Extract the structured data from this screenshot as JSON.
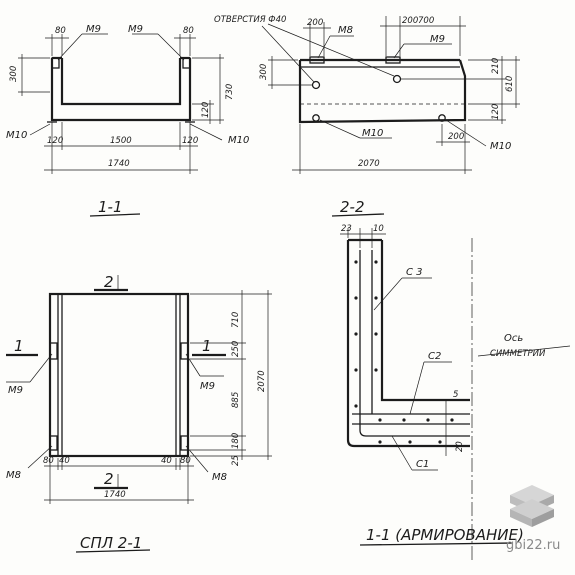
{
  "section_1_1": {
    "title": "1-1",
    "mark_left": "M9",
    "mark_right": "M9",
    "anchor_left": "M10",
    "anchor_right": "M10",
    "dim_top_left": "80",
    "dim_top_right": "80",
    "dim_height_left": "300",
    "dim_height_right": "730",
    "dim_floor": "120",
    "dim_bottom_left": "120",
    "dim_bottom_mid": "1500",
    "dim_bottom_right": "120",
    "dim_total": "1740"
  },
  "section_2_2": {
    "title": "2-2",
    "hole_note": "ОТВЕРСТИЯ Ф40",
    "mark_top": "M8",
    "mark_right": "M9",
    "anchor_left": "M10",
    "anchor_right": "M10",
    "dim_200_a": "200",
    "dim_200_b": "200",
    "dim_700": "700",
    "dim_300": "300",
    "dim_210": "210",
    "dim_610": "610",
    "dim_120": "120",
    "dim_200_c": "200",
    "dim_total": "2070"
  },
  "plan": {
    "title": "СПЛ 2-1",
    "cut_top": "2",
    "cut_bottom": "2",
    "cut_left": "1",
    "cut_right": "1",
    "mark_m9_left": "M9",
    "mark_m9_right": "M9",
    "mark_m8_left": "M8",
    "mark_m8_right": "M8",
    "dim_710": "710",
    "dim_250": "250",
    "dim_885": "885",
    "dim_180": "180",
    "dim_25": "25",
    "dim_2070": "2070",
    "dim_80_left": "80",
    "dim_40_left": "40",
    "dim_40_right": "40",
    "dim_80_right": "80",
    "dim_1740": "1740"
  },
  "reinforcement": {
    "title": "1-1 (АРМИРОВАНИЕ)",
    "dim_23": "23",
    "dim_10": "10",
    "bar_c3": "С 3",
    "bar_c2": "С2",
    "bar_c1": "С1",
    "axis_label_1": "Ось",
    "axis_label_2": "СИММЕТРИИ",
    "dim_5": "5",
    "dim_20": "20"
  },
  "watermark": {
    "text": "gbi22.ru"
  }
}
